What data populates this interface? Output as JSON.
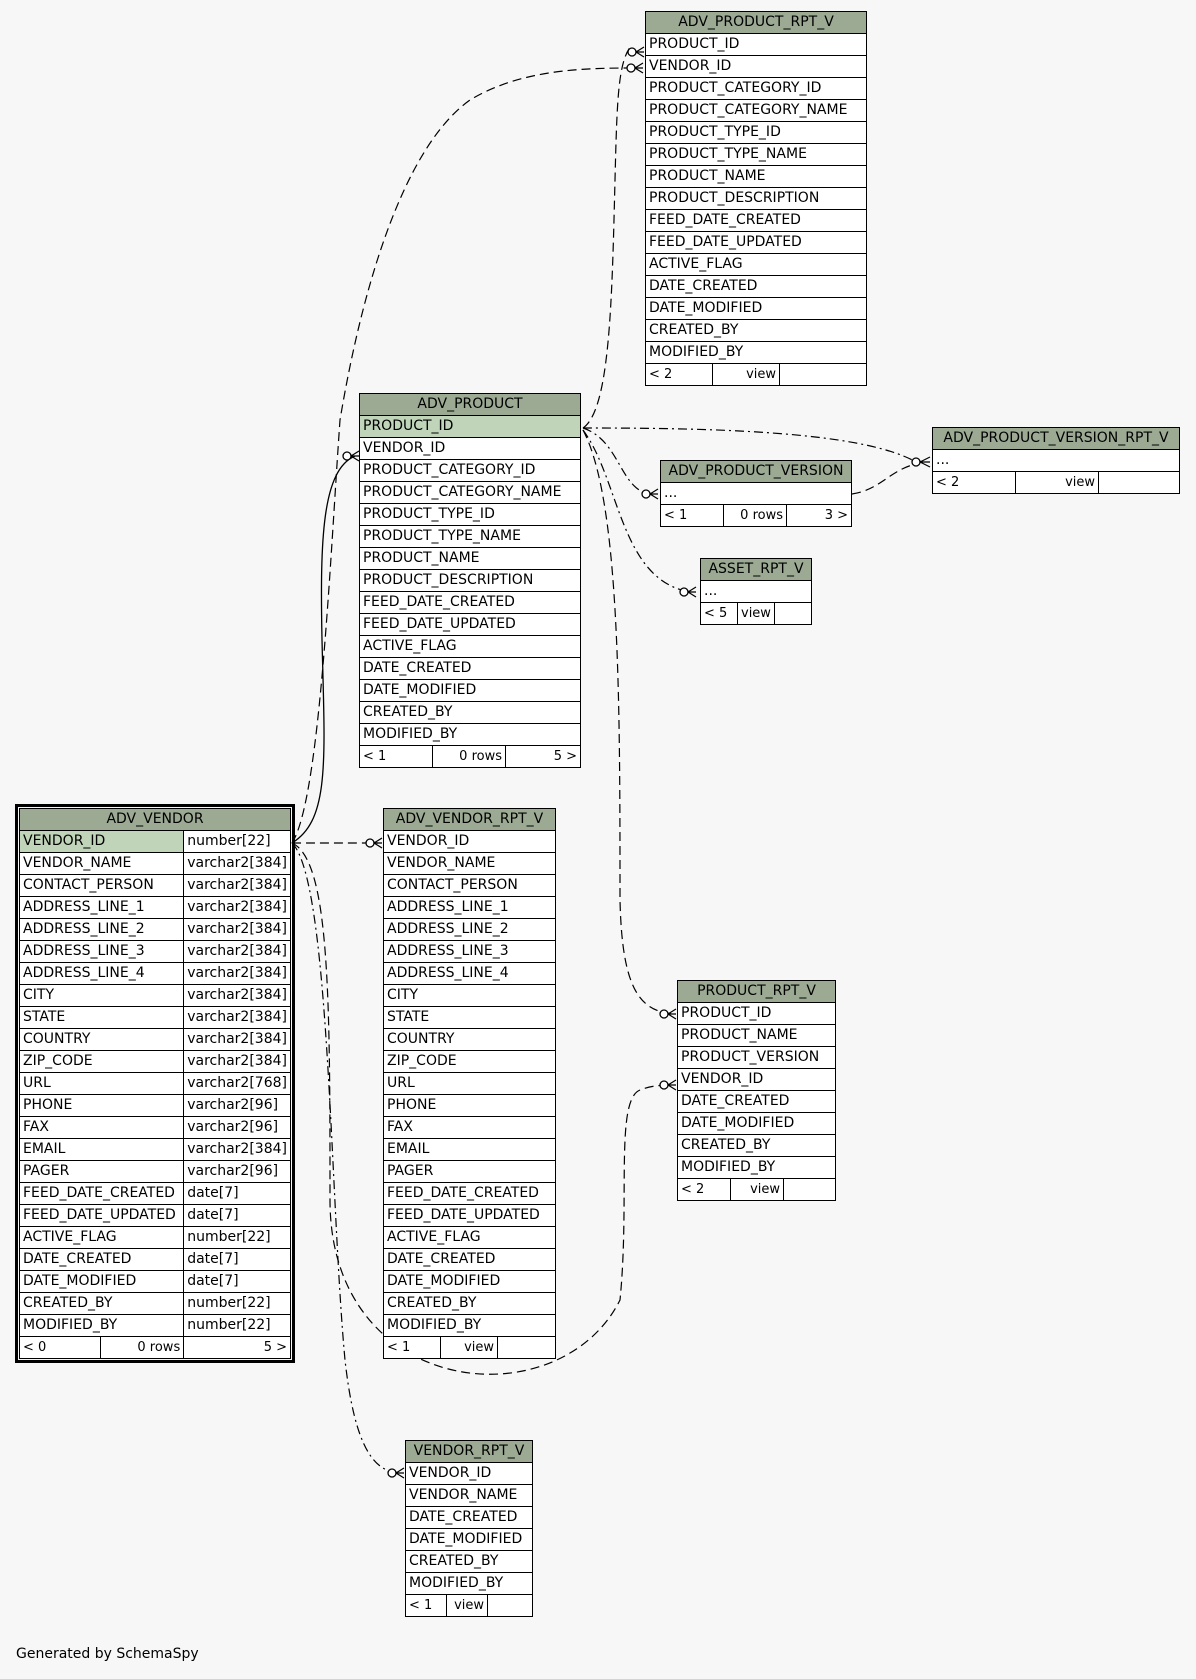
{
  "footer": "Generated by SchemaSpy",
  "colors": {
    "header": "#9caa94",
    "primary_key": "#bfd4b8",
    "background": "#f7f7f7"
  },
  "tables": {
    "adv_product_rpt_v": {
      "name": "ADV_PRODUCT_RPT_V",
      "columns": [
        "PRODUCT_ID",
        "VENDOR_ID",
        "PRODUCT_CATEGORY_ID",
        "PRODUCT_CATEGORY_NAME",
        "PRODUCT_TYPE_ID",
        "PRODUCT_TYPE_NAME",
        "PRODUCT_NAME",
        "PRODUCT_DESCRIPTION",
        "FEED_DATE_CREATED",
        "FEED_DATE_UPDATED",
        "ACTIVE_FLAG",
        "DATE_CREATED",
        "DATE_MODIFIED",
        "CREATED_BY",
        "MODIFIED_BY"
      ],
      "footer": [
        "< 2",
        "view",
        ""
      ]
    },
    "adv_product": {
      "name": "ADV_PRODUCT",
      "pk": "PRODUCT_ID",
      "columns": [
        "VENDOR_ID",
        "PRODUCT_CATEGORY_ID",
        "PRODUCT_CATEGORY_NAME",
        "PRODUCT_TYPE_ID",
        "PRODUCT_TYPE_NAME",
        "PRODUCT_NAME",
        "PRODUCT_DESCRIPTION",
        "FEED_DATE_CREATED",
        "FEED_DATE_UPDATED",
        "ACTIVE_FLAG",
        "DATE_CREATED",
        "DATE_MODIFIED",
        "CREATED_BY",
        "MODIFIED_BY"
      ],
      "footer": [
        "< 1",
        "0 rows",
        "5 >"
      ]
    },
    "adv_product_version_rpt_v": {
      "name": "ADV_PRODUCT_VERSION_RPT_V",
      "columns": [
        "..."
      ],
      "footer": [
        "< 2",
        "view",
        ""
      ]
    },
    "adv_product_version": {
      "name": "ADV_PRODUCT_VERSION",
      "columns": [
        "..."
      ],
      "footer": [
        "< 1",
        "0 rows",
        "3 >"
      ]
    },
    "asset_rpt_v": {
      "name": "ASSET_RPT_V",
      "columns": [
        "..."
      ],
      "footer": [
        "< 5",
        "view",
        ""
      ]
    },
    "adv_vendor": {
      "name": "ADV_VENDOR",
      "pk": {
        "name": "VENDOR_ID",
        "type": "number[22]"
      },
      "columns": [
        {
          "name": "VENDOR_NAME",
          "type": "varchar2[384]"
        },
        {
          "name": "CONTACT_PERSON",
          "type": "varchar2[384]"
        },
        {
          "name": "ADDRESS_LINE_1",
          "type": "varchar2[384]"
        },
        {
          "name": "ADDRESS_LINE_2",
          "type": "varchar2[384]"
        },
        {
          "name": "ADDRESS_LINE_3",
          "type": "varchar2[384]"
        },
        {
          "name": "ADDRESS_LINE_4",
          "type": "varchar2[384]"
        },
        {
          "name": "CITY",
          "type": "varchar2[384]"
        },
        {
          "name": "STATE",
          "type": "varchar2[384]"
        },
        {
          "name": "COUNTRY",
          "type": "varchar2[384]"
        },
        {
          "name": "ZIP_CODE",
          "type": "varchar2[384]"
        },
        {
          "name": "URL",
          "type": "varchar2[768]"
        },
        {
          "name": "PHONE",
          "type": "varchar2[96]"
        },
        {
          "name": "FAX",
          "type": "varchar2[96]"
        },
        {
          "name": "EMAIL",
          "type": "varchar2[384]"
        },
        {
          "name": "PAGER",
          "type": "varchar2[96]"
        },
        {
          "name": "FEED_DATE_CREATED",
          "type": "date[7]"
        },
        {
          "name": "FEED_DATE_UPDATED",
          "type": "date[7]"
        },
        {
          "name": "ACTIVE_FLAG",
          "type": "number[22]"
        },
        {
          "name": "DATE_CREATED",
          "type": "date[7]"
        },
        {
          "name": "DATE_MODIFIED",
          "type": "date[7]"
        },
        {
          "name": "CREATED_BY",
          "type": "number[22]"
        },
        {
          "name": "MODIFIED_BY",
          "type": "number[22]"
        }
      ],
      "footer": [
        "< 0",
        "0 rows",
        "5 >"
      ]
    },
    "adv_vendor_rpt_v": {
      "name": "ADV_VENDOR_RPT_V",
      "columns": [
        "VENDOR_ID",
        "VENDOR_NAME",
        "CONTACT_PERSON",
        "ADDRESS_LINE_1",
        "ADDRESS_LINE_2",
        "ADDRESS_LINE_3",
        "ADDRESS_LINE_4",
        "CITY",
        "STATE",
        "COUNTRY",
        "ZIP_CODE",
        "URL",
        "PHONE",
        "FAX",
        "EMAIL",
        "PAGER",
        "FEED_DATE_CREATED",
        "FEED_DATE_UPDATED",
        "ACTIVE_FLAG",
        "DATE_CREATED",
        "DATE_MODIFIED",
        "CREATED_BY",
        "MODIFIED_BY"
      ],
      "footer": [
        "< 1",
        "view",
        ""
      ]
    },
    "product_rpt_v": {
      "name": "PRODUCT_RPT_V",
      "columns": [
        "PRODUCT_ID",
        "PRODUCT_NAME",
        "PRODUCT_VERSION",
        "VENDOR_ID",
        "DATE_CREATED",
        "DATE_MODIFIED",
        "CREATED_BY",
        "MODIFIED_BY"
      ],
      "footer": [
        "< 2",
        "view",
        ""
      ]
    },
    "vendor_rpt_v": {
      "name": "VENDOR_RPT_V",
      "columns": [
        "VENDOR_ID",
        "VENDOR_NAME",
        "DATE_CREATED",
        "DATE_MODIFIED",
        "CREATED_BY",
        "MODIFIED_BY"
      ],
      "footer": [
        "< 1",
        "view",
        ""
      ]
    }
  }
}
